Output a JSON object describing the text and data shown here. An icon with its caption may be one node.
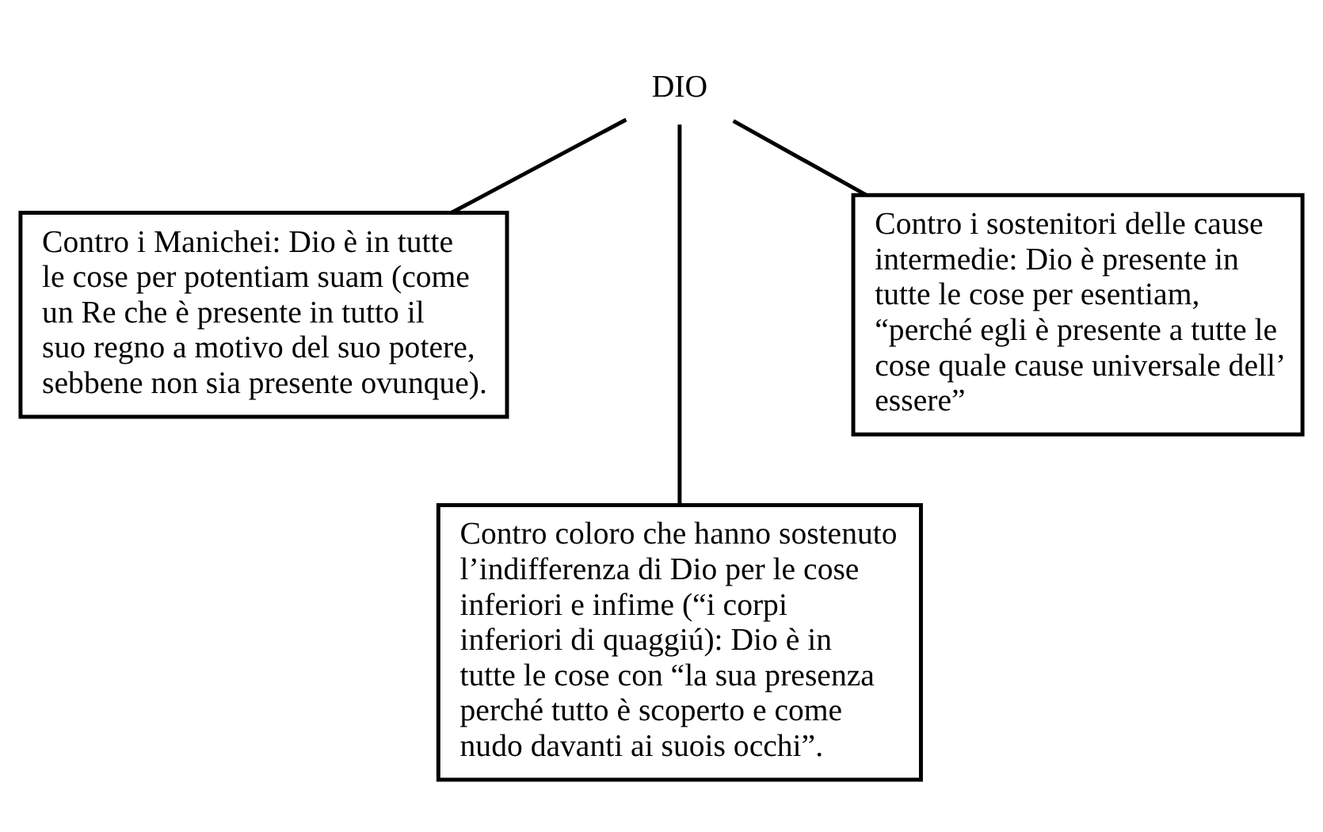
{
  "diagram": {
    "nodes": [
      {
        "text": [
          "DIO"
        ]
      },
      {
        "text": [
          "Contro i Manichei: Dio è in tutte le cose per potentiam suam (come un Re che è presente in tutto il suo regno a motivo del suo potere, sebbene non sia presente ovunque)."
        ]
      },
      {
        "text": [
          "Contro i sostenitori delle cause intermedie: Dio è presente in tutte le cose per esentiam, “perché egli è presente a tutte le cose quale cause universale dell’ essere”"
        ]
      },
      {
        "text": [
          "Contro coloro che hanno sostenuto l’indifferenza di Dio per le cose inferiori e infime (“i corpi inferiori di quaggiú): Dio è in tutte le cose con “la sua presenza perché tutto è scoperto e come nudo davanti ai suois occhi”."
        ]
      }
    ],
    "edges": [
      {
        "from": 0,
        "to": 1,
        "arrow": "none"
      },
      {
        "from": 0,
        "to": 3,
        "arrow": "none"
      },
      {
        "from": 0,
        "to": 2,
        "arrow": "none"
      }
    ]
  }
}
